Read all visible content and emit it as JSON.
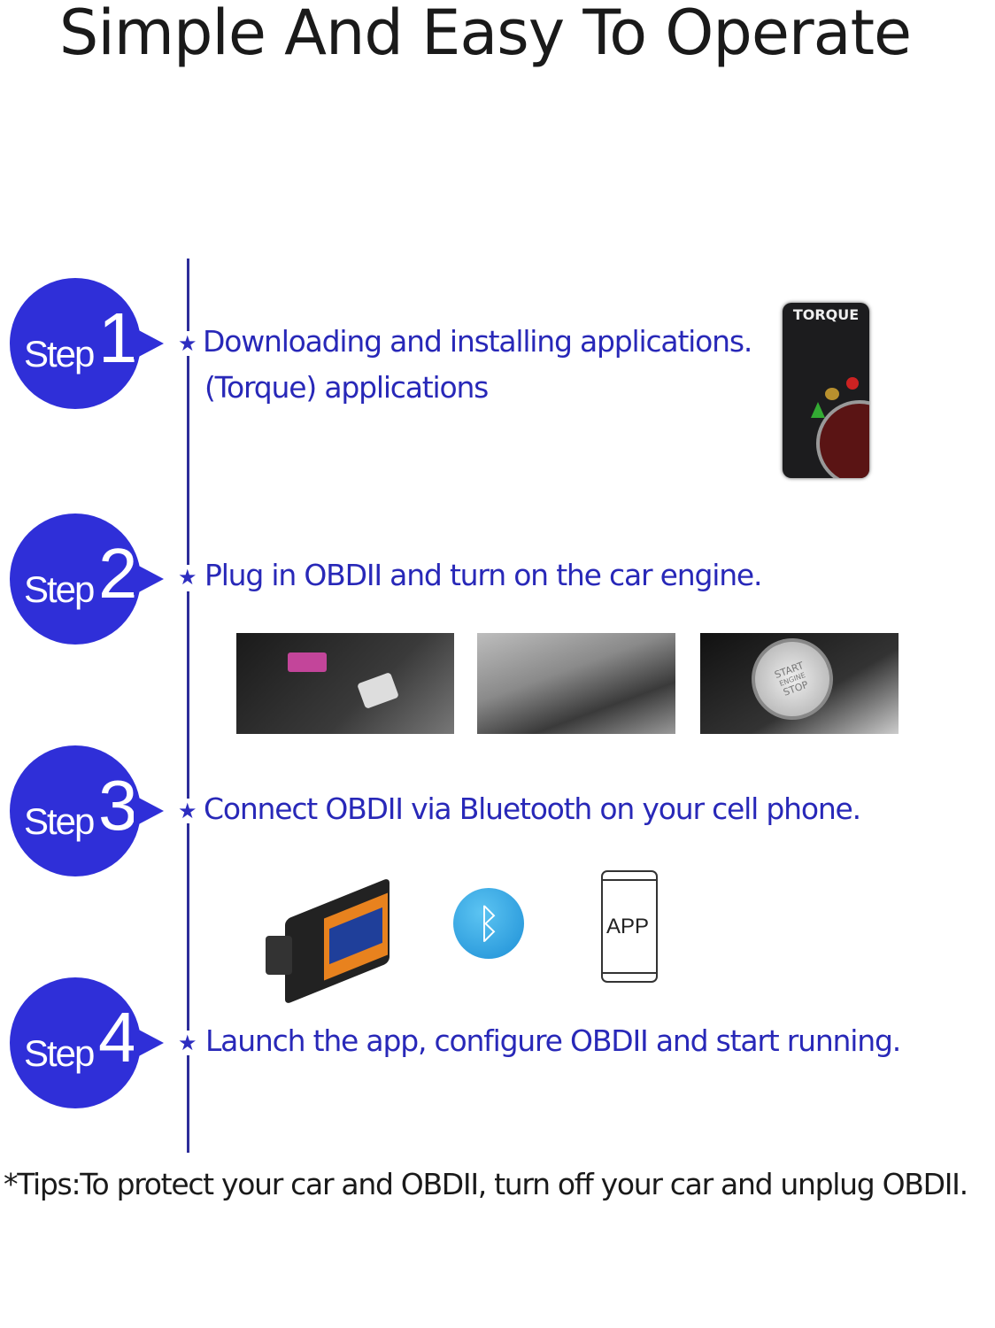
{
  "title": "Simple And Easy To Operate",
  "steps": [
    {
      "label": "Step",
      "number": "1",
      "lines": [
        "Downloading and installing applications.",
        "(Torque) applications"
      ]
    },
    {
      "label": "Step",
      "number": "2",
      "lines": [
        "Plug in OBDII and turn on the car engine."
      ]
    },
    {
      "label": "Step",
      "number": "3",
      "lines": [
        "Connect OBDII via Bluetooth on your cell phone."
      ]
    },
    {
      "label": "Step",
      "number": "4",
      "lines": [
        "Launch the app, configure OBDII and start running."
      ]
    }
  ],
  "torque_app": {
    "name": "TORQUE"
  },
  "phone_icon": {
    "label": "APP"
  },
  "start_button": {
    "lines": [
      "START",
      "ENGINE",
      "STOP"
    ]
  },
  "tips": "*Tips:To protect your car and OBDII, turn off your car and unplug OBDII.",
  "colors": {
    "accent": "#2f2fd8",
    "text": "#2828b8"
  }
}
